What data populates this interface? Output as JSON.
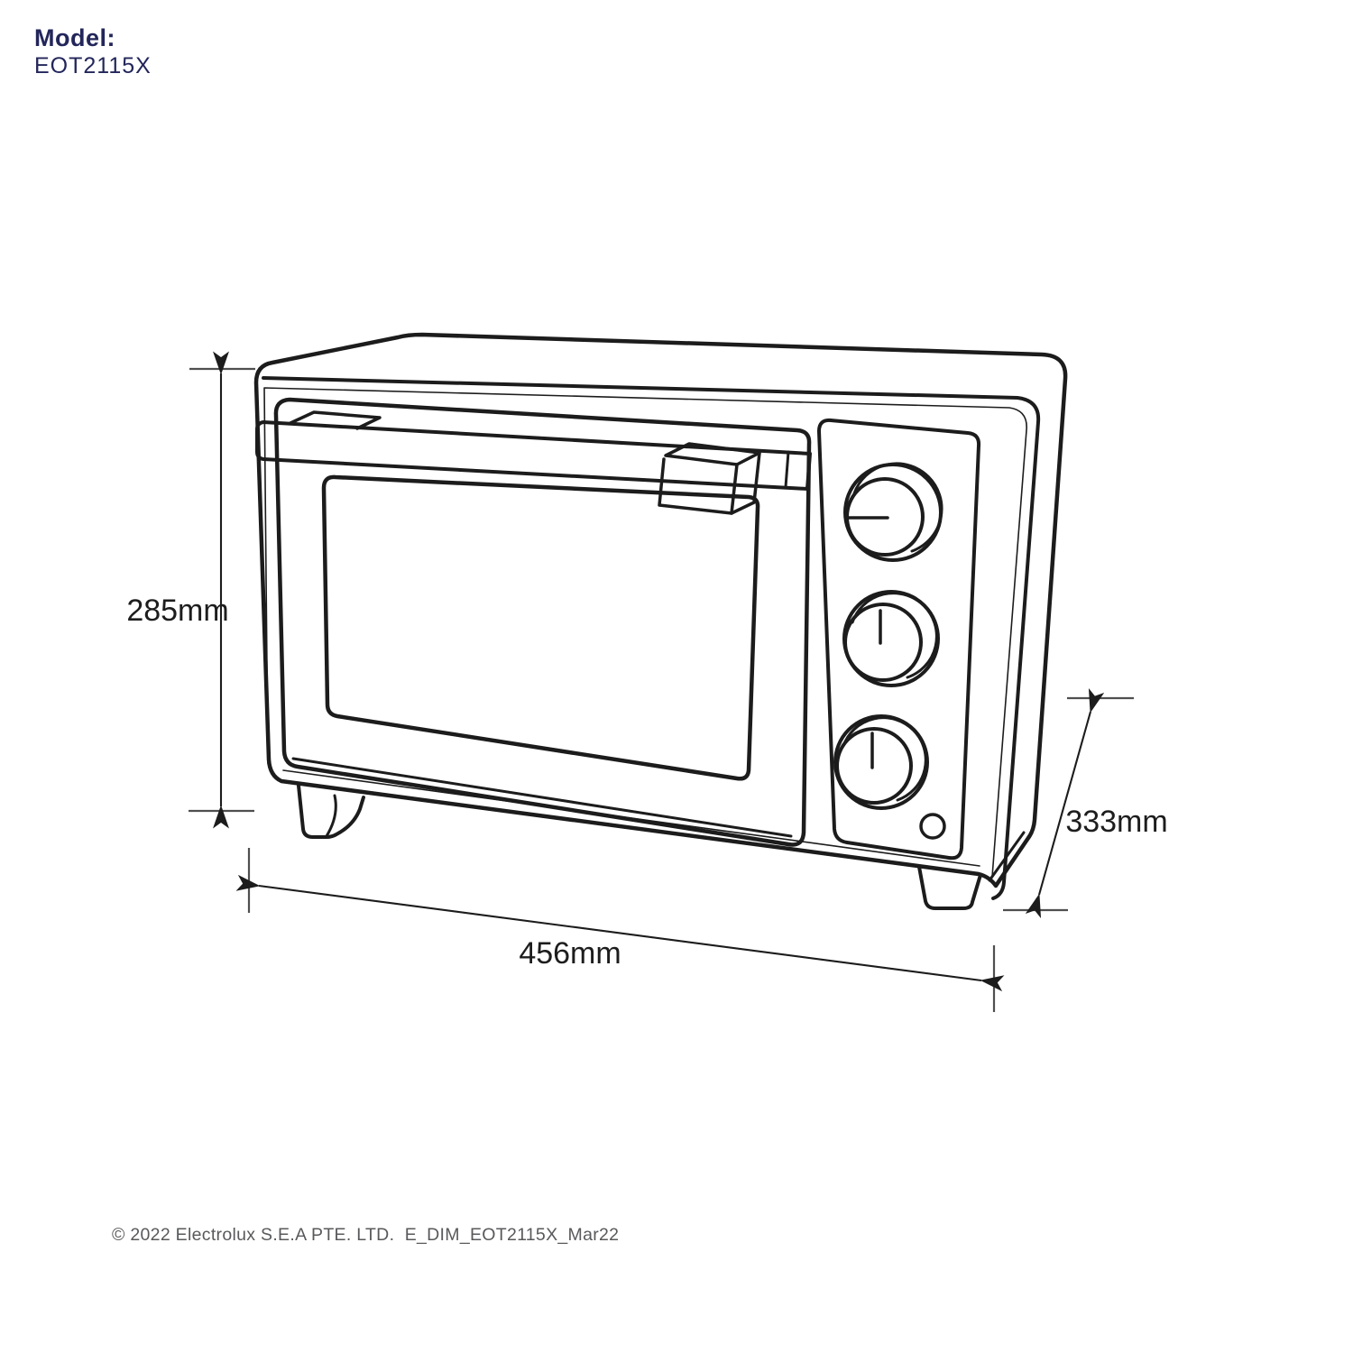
{
  "header": {
    "model_label": "Model:",
    "model_value": "EOT2115X"
  },
  "diagram": {
    "product": "toaster-oven technical line drawing, three-quarter perspective view",
    "dimensions": {
      "height": {
        "value": "285mm",
        "position": "left vertical"
      },
      "width": {
        "value": "456mm",
        "position": "bottom front edge"
      },
      "depth": {
        "value": "333mm",
        "position": "right side diagonal"
      }
    },
    "controls": {
      "knob_count": 3,
      "indicator_light": 1
    }
  },
  "footer": {
    "copyright": "© 2022 Electrolux S.E.A PTE. LTD.  E_DIM_EOT2115X_Mar22"
  },
  "colors": {
    "text_navy": "#23265a",
    "drawing_line": "#1c1c1c",
    "extension_line_gray": "#4f4f4f",
    "background": "#ffffff"
  }
}
